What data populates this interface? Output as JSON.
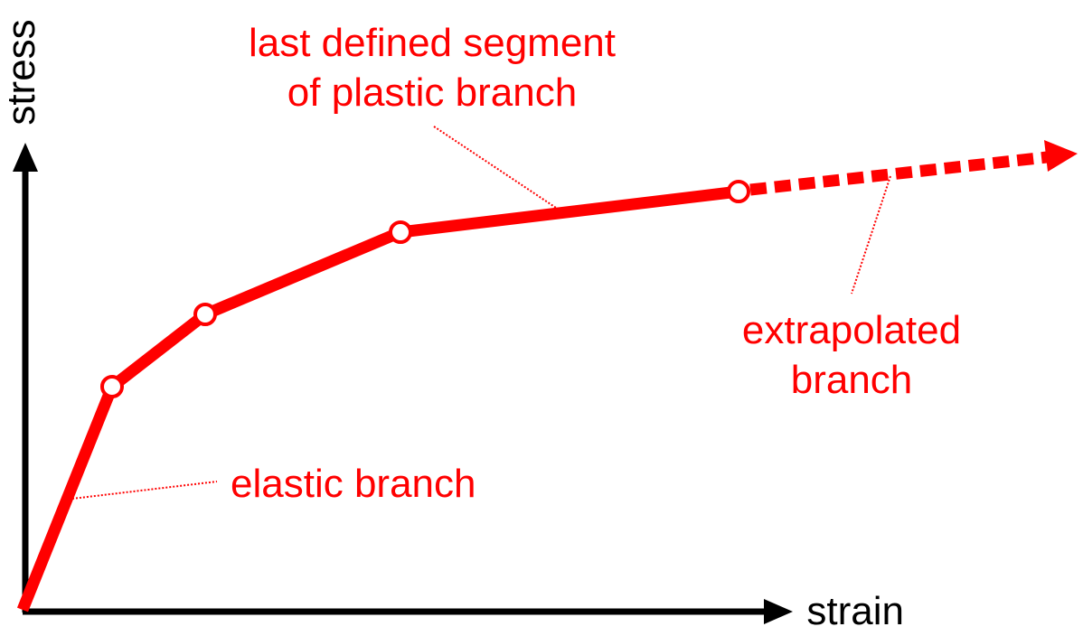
{
  "axes": {
    "x_label": "strain",
    "y_label": "stress"
  },
  "labels": {
    "last_segment_line1": "last defined segment",
    "last_segment_line2": "of plastic branch",
    "extrapolated_line1": "extrapolated",
    "extrapolated_line2": "branch",
    "elastic": "elastic branch"
  },
  "colors": {
    "curve": "#ff0000",
    "axes": "#000000"
  }
}
